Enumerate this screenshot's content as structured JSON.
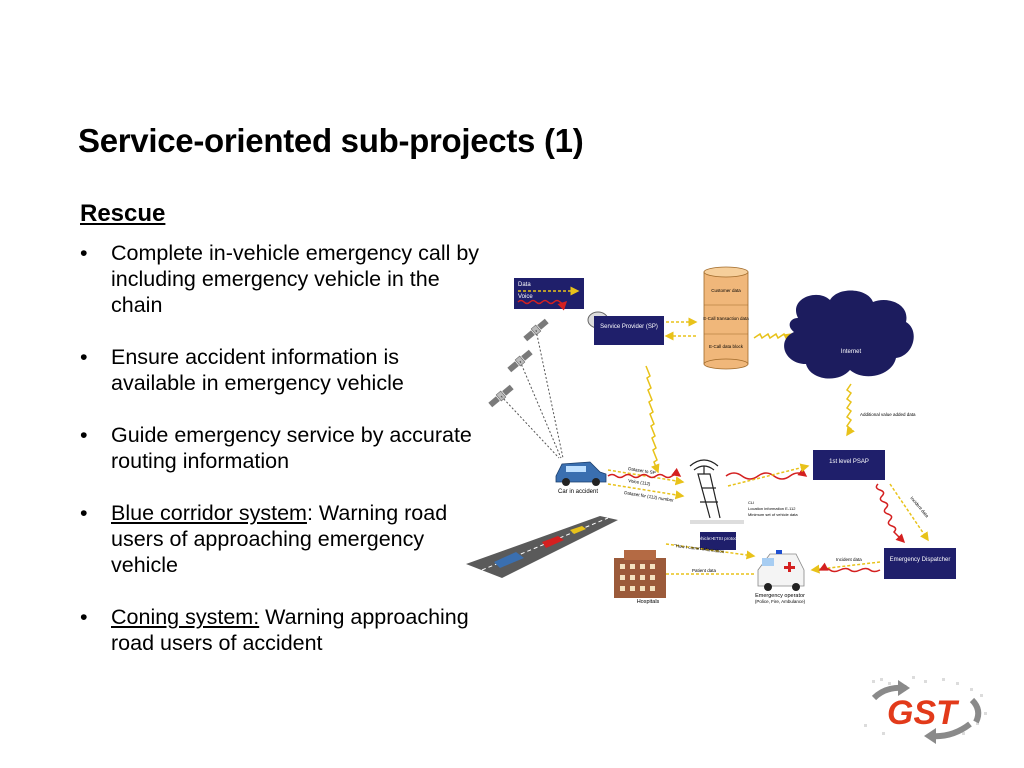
{
  "slide": {
    "title": "Service-oriented sub-projects (1)",
    "section_heading": "Rescue",
    "bullets": [
      {
        "prefix": "",
        "text": "Complete in-vehicle emergency call by including emergency vehicle in the chain"
      },
      {
        "prefix": "",
        "text": "Ensure accident information is available in emergency vehicle"
      },
      {
        "prefix": "",
        "text": "Guide emergency service by accurate routing information"
      },
      {
        "prefix": "Blue corridor system",
        "text": ": Warning road users of approaching emergency vehicle"
      },
      {
        "prefix": "Coning system:",
        "text": " Warning approaching road users of accident"
      }
    ],
    "bullet_marker": "•"
  },
  "diagram": {
    "legend": {
      "data": "Data",
      "voice": "Voice"
    },
    "service_provider": "Service Provider (SP)",
    "database": [
      "Customer data",
      "E-Call transaction data",
      "E-Call data block"
    ],
    "internet": "Internet",
    "additional_value": "Additional value added data",
    "psap": "1st level PSAP",
    "incident_data_right": "Incident data",
    "emergency_dispatcher": "Emergency Dispatcher",
    "incident_data_bottom": "Incident data",
    "car_in_accident": "Car in accident",
    "call_labels": [
      "Dataset to SP",
      "Voice (112)",
      "Dataset for (112) number"
    ],
    "cli_notes": [
      "CLI",
      "Location information E-112",
      "Minimum set of vehicle data"
    ],
    "protocol": "Vehicle>ETSI protocol",
    "hows_come": "\"How I came\" information",
    "patient_data": "Patient data",
    "hospitals": "Hospitals",
    "emergency_operator": "Emergency operator",
    "emergency_operator_sub": "(Police, Fire, Ambulance)"
  },
  "colors": {
    "navy_box": "#1f1f6b",
    "cloud": "#1c1c5e",
    "database": "#f0b77a",
    "data_arrow": "#e8c21a",
    "voice_arrow": "#d42020",
    "logo_red": "#e23a1a"
  },
  "logo": {
    "text": "GST"
  }
}
